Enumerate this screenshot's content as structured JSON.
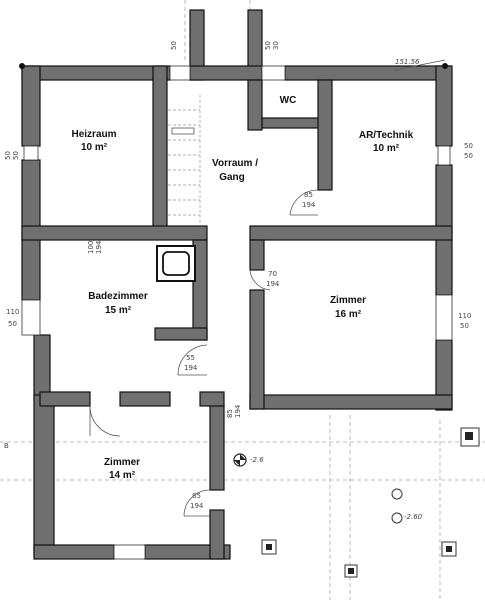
{
  "rooms": {
    "heizraum": {
      "name": "Heizraum",
      "area": "10 m²"
    },
    "vorraum": {
      "name_line1": "Vorraum /",
      "name_line2": "Gang"
    },
    "wc": {
      "name": "WC"
    },
    "technik": {
      "name": "AR/Technik",
      "area": "10 m²"
    },
    "bad": {
      "name": "Badezimmer",
      "area": "15 m²"
    },
    "zimmer_east": {
      "name": "Zimmer",
      "area": "16 m²"
    },
    "zimmer_sw": {
      "name": "Zimmer",
      "area": "14 m²"
    }
  },
  "annotations": {
    "level": "151.56",
    "dim_50_top_a": "50",
    "dim_50_top_b": "50",
    "dim_30_top": "30",
    "dim_5050_left_a": "50",
    "dim_5050_left_b": "50",
    "dim_5050_right_a": "50",
    "dim_5050_right_b": "50",
    "win_left_top": "110",
    "win_left_bot": "50",
    "win_right_top": "110",
    "win_right_bot": "50",
    "door_wc_top": "85",
    "door_wc_bot": "194",
    "door_bad_top": "100",
    "door_bad_bot": "194",
    "door_zimmer_top": "70",
    "door_zimmer_bot": "194",
    "door_bad2_top": "55",
    "door_bad2_bot": "194",
    "door_gang_top": "85",
    "door_gang_bot": "194",
    "door_sw_top": "85",
    "door_sw_bot": "194",
    "b_mark": "B",
    "elev_a": "-2.6",
    "elev_b": "-2.60"
  }
}
